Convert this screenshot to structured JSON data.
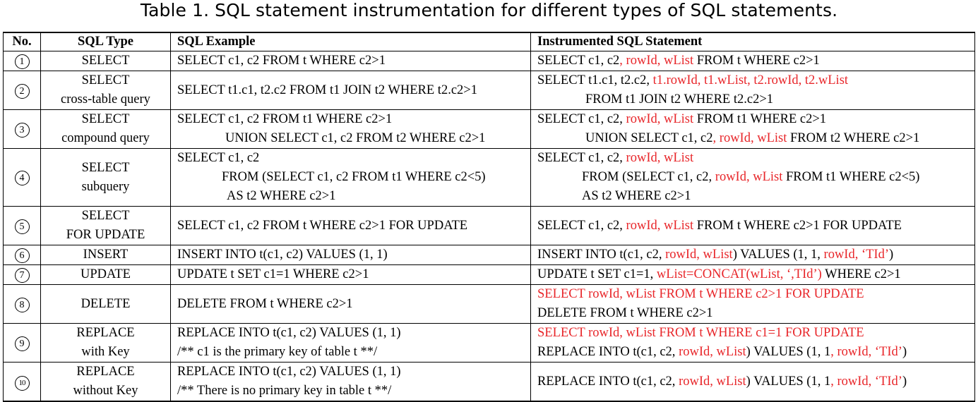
{
  "caption": "Table 1.  SQL statement instrumentation for different types of SQL statements.",
  "headers": [
    "No.",
    "SQL Type",
    "SQL Example",
    "Instrumented SQL Statement"
  ],
  "rows": [
    {
      "no": "1",
      "type": [
        "SELECT"
      ],
      "example": [
        {
          "text": "SELECT c1, c2 FROM t WHERE c2>1",
          "indent": 0
        }
      ],
      "instrumented": [
        {
          "indent": 0,
          "parts": [
            {
              "t": "SELECT c1, c2",
              "red": false
            },
            {
              "t": ", rowId, wList",
              "red": true
            },
            {
              "t": " FROM t WHERE c2>1",
              "red": false
            }
          ]
        }
      ]
    },
    {
      "no": "2",
      "type": [
        "SELECT",
        "cross-table query"
      ],
      "example": [
        {
          "text": "SELECT t1.c1, t2.c2 FROM t1 JOIN t2 WHERE t2.c2>1",
          "indent": 0
        }
      ],
      "instrumented": [
        {
          "indent": 0,
          "parts": [
            {
              "t": "SELECT t1.c1, t2.c2, ",
              "red": false
            },
            {
              "t": "t1.rowId, t1.wList, t2.rowId, t2.wList",
              "red": true
            }
          ]
        },
        {
          "indent": 68,
          "parts": [
            {
              "t": "FROM t1 JOIN t2 WHERE t2.c2>1",
              "red": false
            }
          ]
        }
      ]
    },
    {
      "no": "3",
      "type": [
        "SELECT",
        "compound query"
      ],
      "example": [
        {
          "text": "SELECT c1, c2 FROM t1 WHERE c2>1",
          "indent": 0
        },
        {
          "text": "UNION SELECT c1, c2 FROM t2 WHERE c2>1",
          "indent": 68
        }
      ],
      "instrumented": [
        {
          "indent": 0,
          "parts": [
            {
              "t": "SELECT c1, c2, ",
              "red": false
            },
            {
              "t": "rowId, wList",
              "red": true
            },
            {
              "t": " FROM t1 WHERE c2>1",
              "red": false
            }
          ]
        },
        {
          "indent": 68,
          "parts": [
            {
              "t": "UNION SELECT c1, c2",
              "red": false
            },
            {
              "t": ", rowId, wList",
              "red": true
            },
            {
              "t": " FROM t2 WHERE c2>1",
              "red": false
            }
          ]
        }
      ]
    },
    {
      "no": "4",
      "type": [
        "SELECT",
        "subquery"
      ],
      "example": [
        {
          "text": "SELECT c1, c2",
          "indent": 0
        },
        {
          "text": "FROM (SELECT c1, c2 FROM t1 WHERE c2<5)",
          "indent": 63
        },
        {
          "text": "AS t2 WHERE c2>1",
          "indent": 70
        }
      ],
      "instrumented": [
        {
          "indent": 0,
          "parts": [
            {
              "t": "SELECT c1, c2, ",
              "red": false
            },
            {
              "t": "rowId, wList",
              "red": true
            }
          ]
        },
        {
          "indent": 63,
          "parts": [
            {
              "t": "FROM (SELECT c1, c2, ",
              "red": false
            },
            {
              "t": "rowId, wList",
              "red": true
            },
            {
              "t": " FROM t1 WHERE c2<5)",
              "red": false
            }
          ]
        },
        {
          "indent": 63,
          "parts": [
            {
              "t": "AS t2 WHERE c2>1",
              "red": false
            }
          ]
        }
      ]
    },
    {
      "no": "5",
      "type": [
        "SELECT",
        "FOR UPDATE"
      ],
      "example": [
        {
          "text": "SELECT c1, c2 FROM t WHERE c2>1 FOR UPDATE",
          "indent": 0
        }
      ],
      "instrumented": [
        {
          "indent": 0,
          "parts": [
            {
              "t": "SELECT c1, c2, ",
              "red": false
            },
            {
              "t": "rowId, wList",
              "red": true
            },
            {
              "t": " FROM t WHERE c2>1 FOR UPDATE",
              "red": false
            }
          ]
        }
      ]
    },
    {
      "no": "6",
      "type": [
        "INSERT"
      ],
      "example": [
        {
          "text": "INSERT INTO t(c1, c2) VALUES (1, 1)",
          "indent": 0
        }
      ],
      "instrumented": [
        {
          "indent": 0,
          "parts": [
            {
              "t": "INSERT INTO t(c1, c2, ",
              "red": false
            },
            {
              "t": "rowId, wList",
              "red": true
            },
            {
              "t": ") VALUES (1, 1, ",
              "red": false
            },
            {
              "t": "rowId, ‘TId’",
              "red": true
            },
            {
              "t": ")",
              "red": false
            }
          ]
        }
      ]
    },
    {
      "no": "7",
      "type": [
        "UPDATE"
      ],
      "example": [
        {
          "text": "UPDATE t SET c1=1 WHERE c2>1",
          "indent": 0
        }
      ],
      "instrumented": [
        {
          "indent": 0,
          "parts": [
            {
              "t": "UPDATE t SET c1=1, ",
              "red": false
            },
            {
              "t": "wList=CONCAT(wList, ‘,TId’)",
              "red": true
            },
            {
              "t": " WHERE c2>1",
              "red": false
            }
          ]
        }
      ]
    },
    {
      "no": "8",
      "type": [
        "DELETE"
      ],
      "example": [
        {
          "text": "DELETE FROM t WHERE c2>1",
          "indent": 0
        }
      ],
      "instrumented": [
        {
          "indent": 0,
          "parts": [
            {
              "t": "SELECT rowId, wList FROM t WHERE c2>1 FOR UPDATE",
              "red": true
            }
          ]
        },
        {
          "indent": 0,
          "parts": [
            {
              "t": "DELETE FROM t WHERE c2>1",
              "red": false
            }
          ]
        }
      ]
    },
    {
      "no": "9",
      "type": [
        "REPLACE",
        "with Key"
      ],
      "example": [
        {
          "text": "REPLACE INTO t(c1, c2) VALUES (1, 1)",
          "indent": 0
        },
        {
          "text": "/** c1 is the primary key of table t **/",
          "indent": 0
        }
      ],
      "instrumented": [
        {
          "indent": 0,
          "parts": [
            {
              "t": "SELECT rowId, wList FROM t WHERE c1=1 FOR UPDATE",
              "red": true
            }
          ]
        },
        {
          "indent": 0,
          "parts": [
            {
              "t": "REPLACE INTO t(c1, c2, ",
              "red": false
            },
            {
              "t": "rowId, wList",
              "red": true
            },
            {
              "t": ") VALUES (1, 1",
              "red": false
            },
            {
              "t": ", rowId, ‘TId’",
              "red": true
            },
            {
              "t": ")",
              "red": false
            }
          ]
        }
      ]
    },
    {
      "no": "10",
      "type": [
        "REPLACE",
        "without Key"
      ],
      "example": [
        {
          "text": "REPLACE INTO t(c1, c2) VALUES (1, 1)",
          "indent": 0
        },
        {
          "text": "/** There is no primary key in table t **/",
          "indent": 0
        }
      ],
      "instrumented": [
        {
          "indent": 0,
          "parts": [
            {
              "t": "REPLACE INTO t(c1, c2, ",
              "red": false
            },
            {
              "t": "rowId, wList",
              "red": true
            },
            {
              "t": ") VALUES (1, 1",
              "red": false
            },
            {
              "t": ", rowId, ‘TId’",
              "red": true
            },
            {
              "t": ")",
              "red": false
            }
          ]
        }
      ]
    }
  ]
}
